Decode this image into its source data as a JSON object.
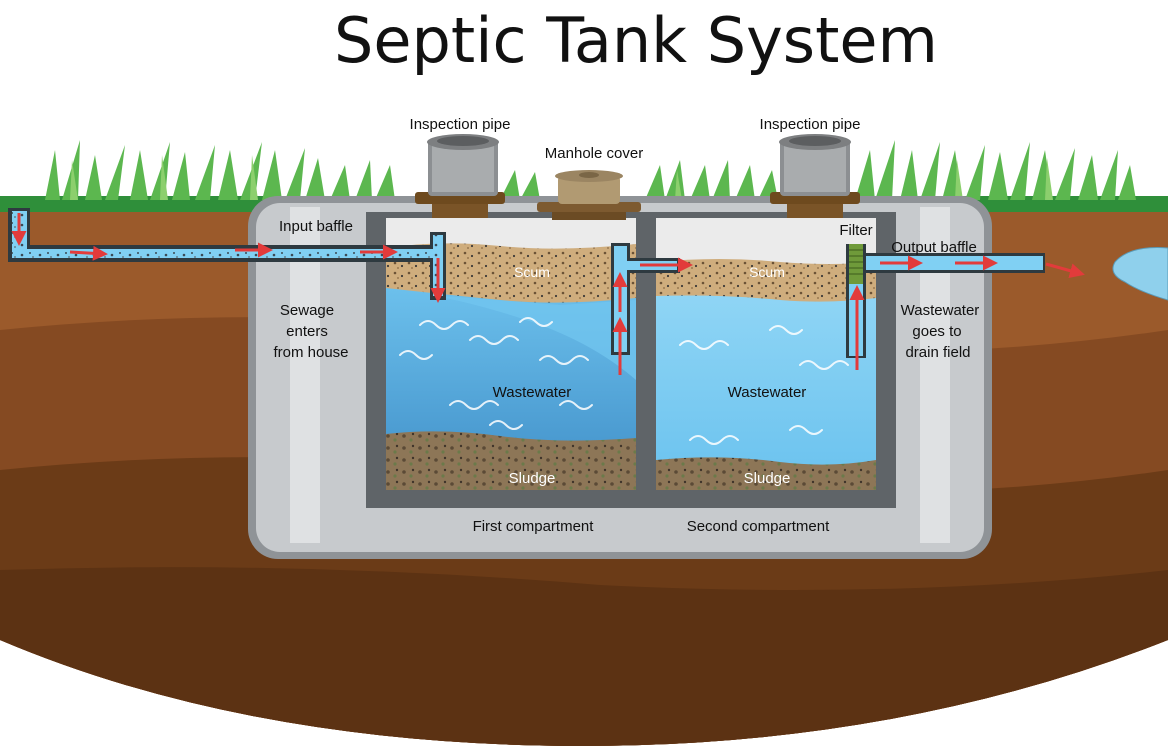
{
  "title": "Septic Tank System",
  "labels": {
    "inspection_pipe_left": "Inspection pipe",
    "inspection_pipe_right": "Inspection pipe",
    "manhole_cover": "Manhole cover",
    "input_baffle": "Input baffle",
    "filter": "Filter",
    "output_baffle": "Output baffle",
    "sewage_line1": "Sewage",
    "sewage_line2": "enters",
    "sewage_line3": "from house",
    "wastewater_out_line1": "Wastewater",
    "wastewater_out_line2": "goes to",
    "wastewater_out_line3": "drain field",
    "scum_1": "Scum",
    "scum_2": "Scum",
    "wastewater_1": "Wastewater",
    "wastewater_2": "Wastewater",
    "sludge_1": "Sludge",
    "sludge_2": "Sludge",
    "first_compartment": "First compartment",
    "second_compartment": "Second compartment"
  },
  "colors": {
    "soil_top": "#9a5a2a",
    "soil_mid": "#7e4720",
    "soil_deep": "#5f3515",
    "grass": "#4da944",
    "tank_outer": "#8e9296",
    "tank_wall": "#c6c9cc",
    "tank_inner": "#5d6266",
    "water_light": "#7dc8ef",
    "water_dark": "#3f8dc4",
    "scum": "#c9a87a",
    "sludge": "#8b7356",
    "pipe": "#7fd0f3",
    "arrow": "#e23b3b"
  }
}
